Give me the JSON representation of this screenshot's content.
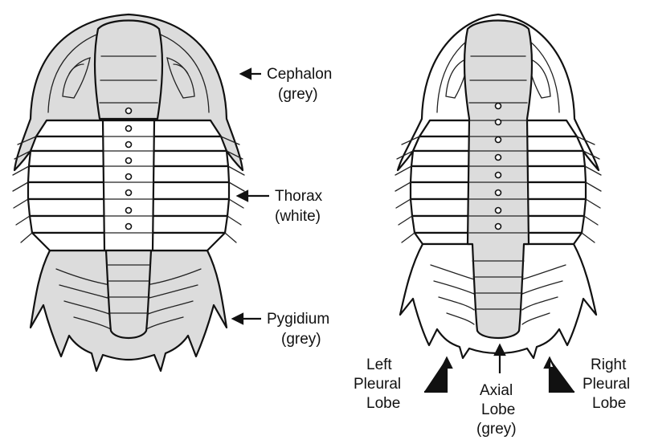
{
  "colors": {
    "grey_fill": "#dcdcdc",
    "outline": "#111111",
    "background": "#ffffff"
  },
  "left_figure": {
    "labels": [
      {
        "id": "cephalon",
        "lines": [
          "Cephalon",
          "(grey)"
        ]
      },
      {
        "id": "thorax",
        "lines": [
          "Thorax",
          "(white)"
        ]
      },
      {
        "id": "pygidium",
        "lines": [
          "Pygidium",
          "(grey)"
        ]
      }
    ]
  },
  "right_figure": {
    "labels": [
      {
        "id": "left-pleural-lobe",
        "lines": [
          "Left",
          "Pleural",
          "Lobe"
        ]
      },
      {
        "id": "axial-lobe",
        "lines": [
          "Axial",
          "Lobe",
          "(grey)"
        ]
      },
      {
        "id": "right-pleural-lobe",
        "lines": [
          "Right",
          "Pleural",
          "Lobe"
        ]
      }
    ]
  }
}
